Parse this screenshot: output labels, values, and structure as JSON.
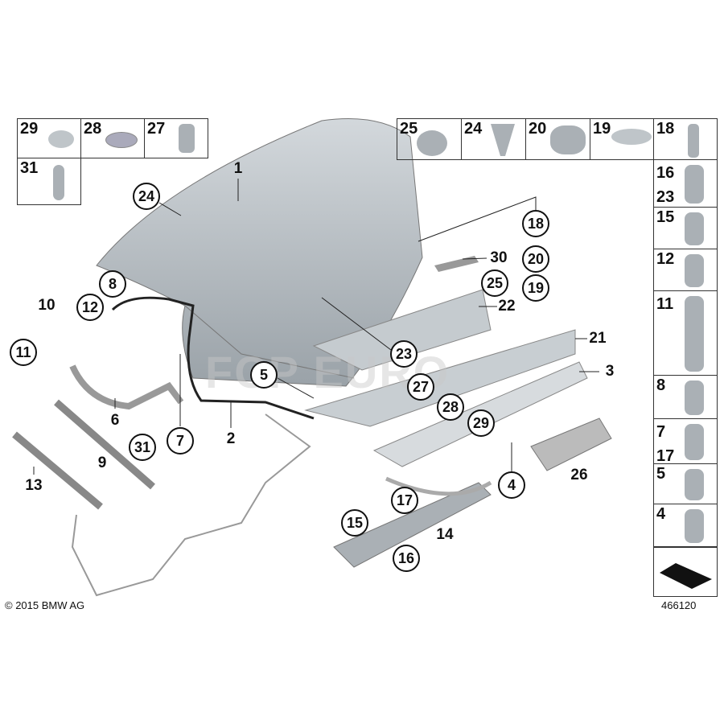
{
  "diagram": {
    "left_grid": [
      {
        "number": "29",
        "part": "cap"
      },
      {
        "number": "28",
        "part": "washer"
      },
      {
        "number": "27",
        "part": "screw"
      },
      {
        "number": "31",
        "part": "ball-stud"
      }
    ],
    "top_grid": [
      {
        "number": "25",
        "part": "nut"
      },
      {
        "number": "24",
        "part": "clip"
      },
      {
        "number": "20",
        "part": "grommet"
      },
      {
        "number": "19",
        "part": "plug"
      },
      {
        "number": "18",
        "part": "stud"
      }
    ],
    "right_column": [
      {
        "number": "16\n23",
        "part": "screw"
      },
      {
        "number": "15",
        "part": "nut"
      },
      {
        "number": "12",
        "part": "hex-nut"
      },
      {
        "number": "11",
        "part": "bolt"
      },
      {
        "number": "8",
        "part": "screw"
      },
      {
        "number": "7\n17",
        "part": "nut"
      },
      {
        "number": "5",
        "part": "clip"
      },
      {
        "number": "4",
        "part": "bolt"
      }
    ],
    "plain_labels": [
      "1",
      "2",
      "3",
      "6",
      "9",
      "10",
      "13",
      "14",
      "21",
      "22",
      "26",
      "30"
    ],
    "circled_labels": [
      "24",
      "18",
      "20",
      "19",
      "25",
      "8",
      "12",
      "11",
      "5",
      "23",
      "27",
      "28",
      "29",
      "7",
      "31",
      "4",
      "17",
      "15",
      "16"
    ],
    "copyright": "© 2015 BMW AG",
    "diagram_number": "466120",
    "watermark": "FCP EURO"
  }
}
